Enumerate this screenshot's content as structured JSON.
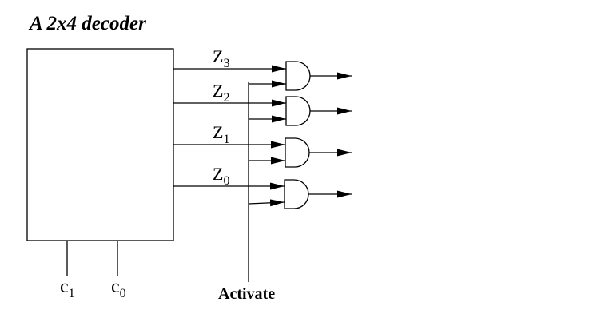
{
  "title": "A 2x4 decoder",
  "colors": {
    "line": "#000000",
    "background": "#ffffff"
  },
  "decoder": {
    "outputs": [
      {
        "name": "Z",
        "sub": "3"
      },
      {
        "name": "Z",
        "sub": "2"
      },
      {
        "name": "Z",
        "sub": "1"
      },
      {
        "name": "Z",
        "sub": "0"
      }
    ],
    "inputs": [
      {
        "name": "c",
        "sub": "1"
      },
      {
        "name": "c",
        "sub": "0"
      }
    ]
  },
  "activate_label": "Activate",
  "gates": [
    {
      "type": "AND",
      "input": "Z3"
    },
    {
      "type": "AND",
      "input": "Z2"
    },
    {
      "type": "AND",
      "input": "Z1"
    },
    {
      "type": "AND",
      "input": "Z0"
    }
  ]
}
